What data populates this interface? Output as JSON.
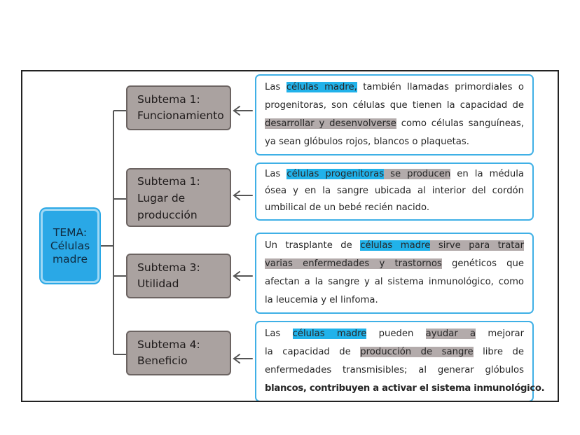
{
  "topic": {
    "lines": [
      "TEMA:",
      "Células",
      "madre"
    ]
  },
  "subtopics": [
    {
      "lines": [
        "Subtema 1:",
        "Funcionamiento"
      ]
    },
    {
      "lines": [
        "Subtema 1:",
        "Lugar de",
        "producción"
      ]
    },
    {
      "lines": [
        "Subtema 3:",
        "Utilidad"
      ]
    },
    {
      "lines": [
        "Subtema 4:",
        "Beneficio"
      ]
    }
  ],
  "descriptions": [
    {
      "lines": [
        [
          "Las ",
          "células madre,",
          " también llamadas primordiales o"
        ],
        [
          "progenitoras, son células que tienen la capacidad de"
        ],
        [
          "desarrollar y desenvolverse",
          " como células sanguíneas,"
        ],
        [
          "ya sean glóbulos rojos, blancos o plaquetas."
        ]
      ]
    },
    {
      "lines": [
        [
          "Las ",
          "células progenitoras",
          " se producen",
          " en la médula"
        ],
        [
          "ósea y en la sangre ubicada al interior del cordón"
        ],
        [
          "umbilical de un bebé recién nacido."
        ]
      ]
    },
    {
      "lines": [
        [
          "Un trasplante de ",
          "células madre",
          " sirve para tratar"
        ],
        [
          "varias enfermedades y trastornos",
          " genéticos que"
        ],
        [
          "afectan a la sangre y al sistema inmunológico, como"
        ],
        [
          "la leucemia y el linfoma."
        ]
      ]
    },
    {
      "lines": [
        [
          "Las ",
          "células madre",
          " pueden ",
          "ayudar a",
          " mejorar"
        ],
        [
          "la capacidad de ",
          "producción de sangre",
          " libre de"
        ],
        [
          "enfermedades transmisibles; al generar glóbulos"
        ],
        [
          "blancos, contribuyen a activar el sistema inmunológico."
        ]
      ]
    }
  ],
  "colors": {
    "topic_fill": "#2aa8e6",
    "subtopic_fill": "#aaa2a0",
    "highlight_blue": "#21b2ea",
    "highlight_gray": "#b3abab",
    "description_border": "#3fb0e6"
  }
}
